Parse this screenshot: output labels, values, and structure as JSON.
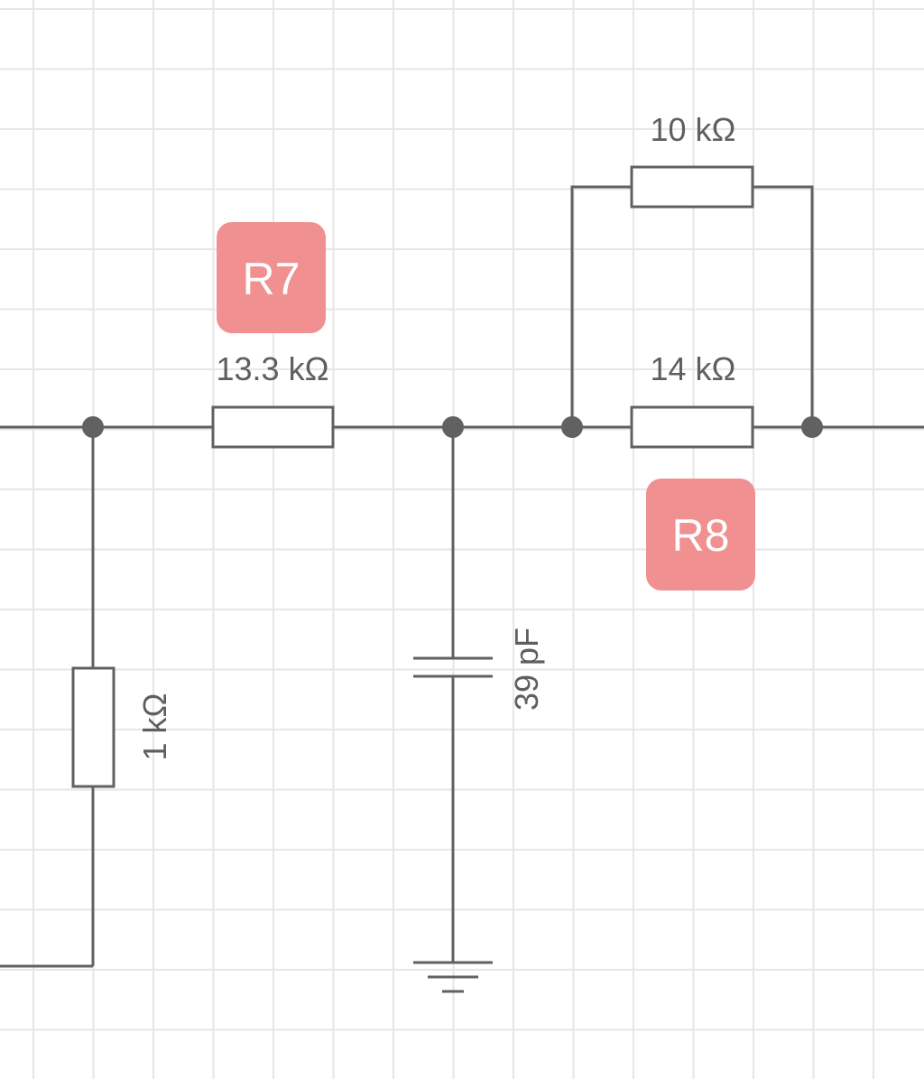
{
  "components": {
    "r_left": {
      "value": "1 kΩ"
    },
    "r7": {
      "value": "13.3 kΩ",
      "tag": "R7"
    },
    "r_top": {
      "value": "10 kΩ"
    },
    "r_bottom": {
      "value": "14 kΩ"
    },
    "r8": {
      "tag": "R8"
    },
    "c1": {
      "value": "39 pF"
    }
  },
  "colors": {
    "wire": "#616161",
    "tag_background": "#f09090",
    "tag_text": "#ffffff",
    "grid": "#e6e6e6"
  }
}
